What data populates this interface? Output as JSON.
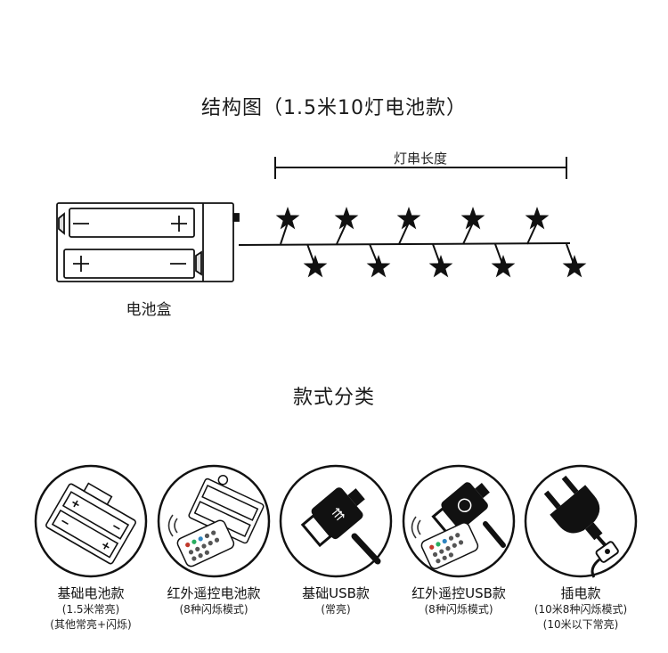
{
  "structure_title": "结构图（1.5米10灯电池款）",
  "length_label": "灯串长度",
  "battery_box_label": "电池盒",
  "types_title": "款式分类",
  "options": [
    {
      "name": "基础电池款",
      "note1": "(1.5米常亮)",
      "note2": "(其他常亮+闪烁)",
      "icon": "battery-box-icon"
    },
    {
      "name": "红外遥控电池款",
      "note1": "(8种闪烁模式)",
      "note2": "",
      "icon": "battery-remote-icon"
    },
    {
      "name": "基础USB款",
      "note1": "(常亮)",
      "note2": "",
      "icon": "usb-plug-icon"
    },
    {
      "name": "红外遥控USB款",
      "note1": "(8种闪烁模式)",
      "note2": "",
      "icon": "usb-remote-icon"
    },
    {
      "name": "插电款",
      "note1": "(10米8种闪烁模式)",
      "note2": "(10米以下常亮)",
      "icon": "power-plug-icon"
    }
  ]
}
